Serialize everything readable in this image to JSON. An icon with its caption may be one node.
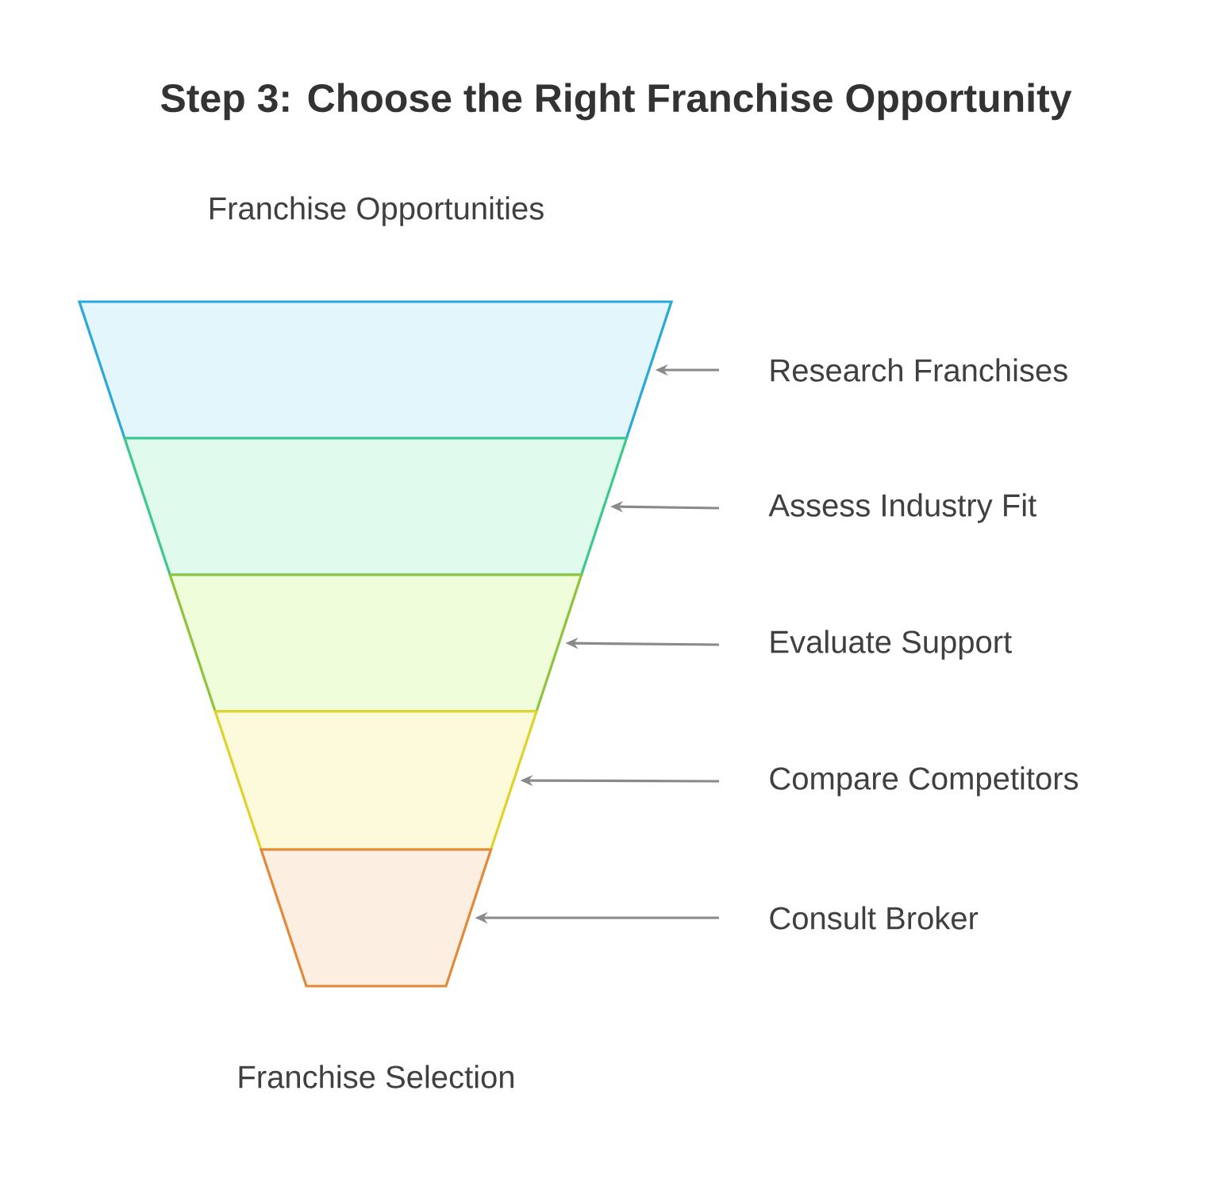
{
  "diagram": {
    "title": "Step 3: Choose the Right Franchise Opportunity",
    "nodes": [
      {
        "text": [],
        "shape": "trapezoid"
      },
      {
        "text": [],
        "shape": "trapezoid"
      },
      {
        "text": [],
        "shape": "trapezoid"
      },
      {
        "text": [],
        "shape": "trapezoid"
      },
      {
        "text": [],
        "shape": "trapezoid"
      },
      {
        "text": [
          "Research Franchises"
        ]
      },
      {
        "text": [
          "Assess Industry Fit"
        ]
      },
      {
        "text": [
          "Evaluate Support"
        ]
      },
      {
        "text": [
          "Compare Competitors"
        ]
      },
      {
        "text": [
          "Consult Broker"
        ]
      }
    ],
    "edges": [
      {
        "from": 5,
        "to": 0,
        "arrow": "to"
      },
      {
        "from": 6,
        "to": 1,
        "arrow": "to"
      },
      {
        "from": 7,
        "to": 2,
        "arrow": "to"
      },
      {
        "from": 8,
        "to": 3,
        "arrow": "to"
      },
      {
        "from": 9,
        "to": 4,
        "arrow": "to"
      }
    ],
    "labels": [
      "Franchise Opportunities",
      "Franchise Selection"
    ]
  }
}
